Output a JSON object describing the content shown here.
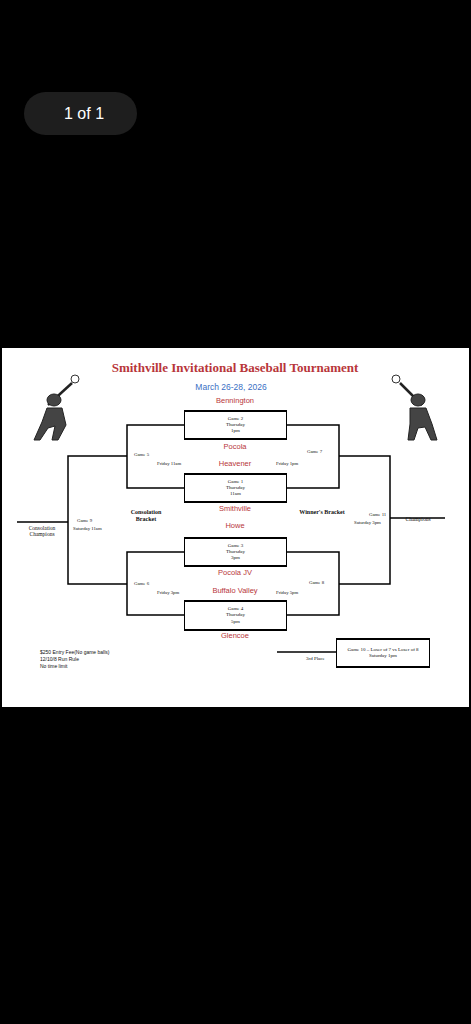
{
  "diagram": {
    "title": "Smithville Invitational Baseball Tournament",
    "nodes": [
      {
        "text": [
          "1 of 1"
        ]
      },
      {
        "text": [
          "Game 2",
          "Thursday",
          "1pm"
        ]
      },
      {
        "text": [
          "Game 1",
          "Thursday",
          "11am"
        ]
      },
      {
        "text": [
          "Game 3",
          "Thursday",
          "3pm"
        ]
      },
      {
        "text": [
          "Game 4",
          "Thursday",
          "5pm"
        ]
      },
      {
        "text": [
          "Game 10 – Loser of 7 vs Loser of 8",
          "Saturday 1pm"
        ]
      }
    ],
    "labels": [
      "March 26-28, 2026",
      "Bennington",
      "Pocola",
      "Heavener",
      "Smithville",
      "Howe",
      "Pocola JV",
      "Buffalo Valley",
      "Glencoe",
      "Game 5",
      "Friday 11am",
      "Game 7",
      "Friday 1pm",
      "Consolation Bracket",
      "Winner's Bracket",
      "Game 9",
      "Saturday 11am",
      "Consolation Champions",
      "Game 11",
      "Saturday 3pm",
      "Champions",
      "Game 6",
      "Friday 3pm",
      "Game 8",
      "Friday 5pm",
      "$250 Entry Fee(No game balls)",
      "12/10/8 Run Rule",
      "No time limit",
      "3rd Place"
    ]
  }
}
